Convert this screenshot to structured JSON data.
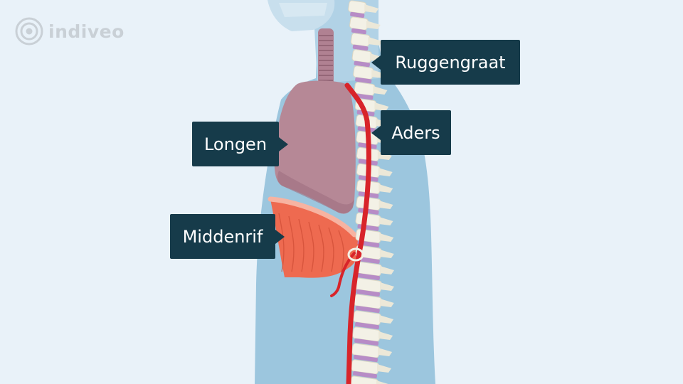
{
  "brand": {
    "logo_text": "indiveo",
    "logo_icon": "concentric-circle-icon"
  },
  "labels": {
    "spine": "Ruggengraat",
    "vessels": "Aders",
    "lungs": "Longen",
    "diaphragm": "Middenrif"
  },
  "colors": {
    "background": "#e9f2f9",
    "body": "#9cc6de",
    "head": "#c3dbea",
    "lungs": "#b68896",
    "diaphragm": "#ee6a50",
    "artery": "#d8242a",
    "vertebra": "#f3f1e6",
    "disc": "#b78cc6",
    "callout": "#163b4a"
  }
}
